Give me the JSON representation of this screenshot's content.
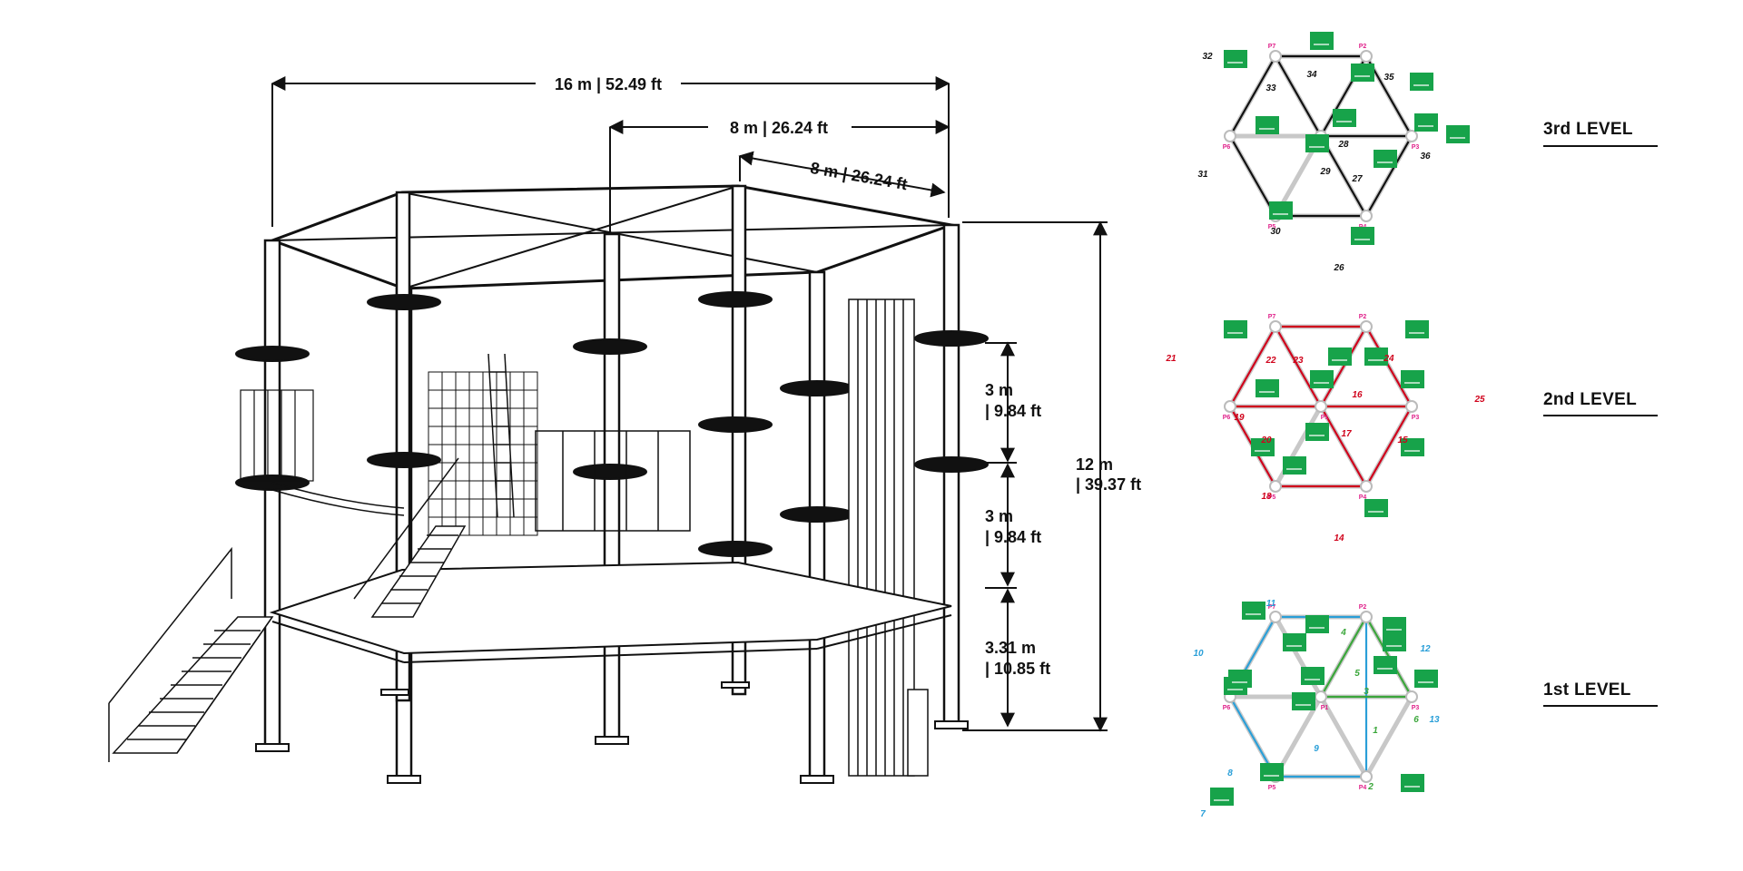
{
  "dimensions": {
    "width_total": "16 m | 52.49 ft",
    "width_half": "8 m | 26.24 ft",
    "depth": "8 m | 26.24 ft",
    "height_total_1": "12 m",
    "height_total_2": "| 39.37 ft",
    "level3_h1": "3 m",
    "level3_h2": "| 9.84 ft",
    "level2_h1": "3 m",
    "level2_h2": "| 9.84 ft",
    "level1_h1": "3.31 m",
    "level1_h2": "| 10.85 ft"
  },
  "levels": [
    {
      "label": "3rd LEVEL",
      "color": "#111111",
      "points": [
        "P7",
        "P2",
        "P6",
        "P1",
        "P3",
        "P5",
        "P4"
      ],
      "routes": [
        "26",
        "27",
        "28",
        "29",
        "30",
        "31",
        "32",
        "33",
        "34",
        "35",
        "36"
      ]
    },
    {
      "label": "2nd LEVEL",
      "color": "#d0021b",
      "points": [
        "P7",
        "P2",
        "P6",
        "P1",
        "P3",
        "P5",
        "P4"
      ],
      "routes": [
        "14",
        "15",
        "16",
        "17",
        "18",
        "19",
        "20",
        "21",
        "22",
        "23",
        "24",
        "25"
      ]
    },
    {
      "label": "1st LEVEL",
      "color": "#2a9fd8",
      "color_secondary": "#3aa63a",
      "points": [
        "P7",
        "P2",
        "P6",
        "P1",
        "P3",
        "P5",
        "P4"
      ],
      "routes": [
        "1",
        "2",
        "3",
        "4",
        "5",
        "6",
        "7",
        "8",
        "9",
        "10",
        "11",
        "12",
        "13"
      ]
    }
  ],
  "colors": {
    "line": "#111111",
    "station_green": "#17a34a",
    "point_label": "#e0218a"
  }
}
